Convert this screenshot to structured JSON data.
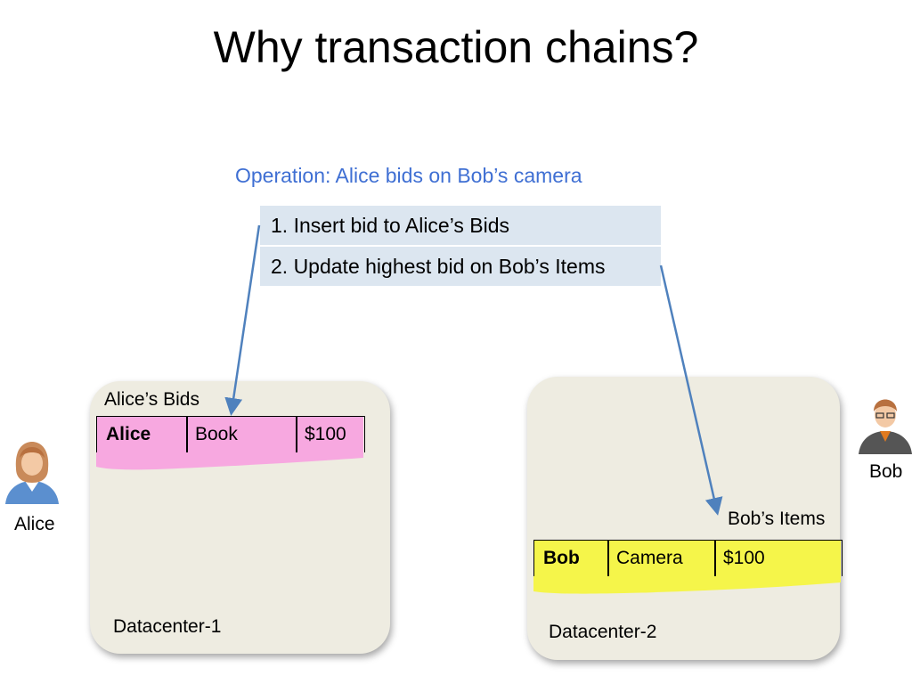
{
  "title": "Why transaction chains?",
  "operation": {
    "label": "Operation: Alice bids on Bob’s camera",
    "color": "#3f6fd3",
    "steps": [
      "1. Insert bid to Alice’s Bids",
      "2. Update highest bid on Bob’s Items"
    ]
  },
  "datacenters": [
    {
      "name": "Datacenter-1",
      "table_label": "Alice’s Bids",
      "row": [
        "Alice",
        "Book",
        "$100"
      ],
      "highlight_color": "#f7a8e0"
    },
    {
      "name": "Datacenter-2",
      "table_label": "Bob’s Items",
      "row": [
        "Bob",
        "Camera",
        "$100"
      ],
      "highlight_color": "#f5f54a"
    }
  ],
  "users": [
    {
      "name": "Alice",
      "icon": "female-user-icon"
    },
    {
      "name": "Bob",
      "icon": "male-user-icon"
    }
  ],
  "colors": {
    "arrow": "#4f81bd",
    "datacenter_fill": "#eeece1",
    "step_fill": "#dce6f0"
  }
}
